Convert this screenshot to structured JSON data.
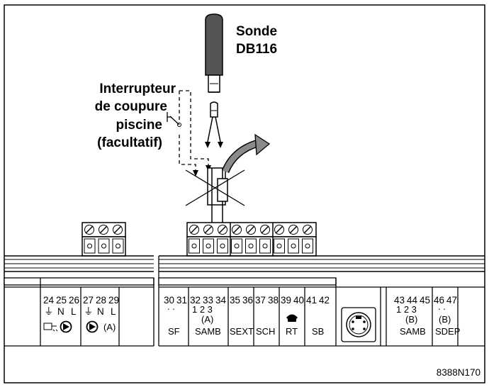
{
  "probe": {
    "line1": "Sonde",
    "line2": "DB116"
  },
  "switch_label": {
    "line1": "Interrupteur",
    "line2": "de coupure",
    "line3": "piscine",
    "line4": "(facultatif)"
  },
  "code": "8388N170",
  "terminal_groups_left": [
    {
      "id": "g1",
      "nums": [
        "24",
        "25",
        "26"
      ],
      "sub": [
        "⏚",
        "N",
        "L"
      ]
    },
    {
      "id": "g2",
      "nums": [
        "27",
        "28",
        "29"
      ],
      "sub": [
        "⏚",
        "N",
        "L"
      ],
      "label": "(A)"
    }
  ],
  "terminal_groups": [
    {
      "id": "sf",
      "nums": [
        "30",
        "31"
      ],
      "dots": ".   .",
      "label": "SF"
    },
    {
      "id": "samb-a",
      "nums": [
        "32",
        "33",
        "34"
      ],
      "sub": "1   2   3",
      "paren": "(A)",
      "label": "SAMB"
    },
    {
      "id": "sext",
      "nums": [
        "35",
        "36"
      ],
      "label": "SEXT"
    },
    {
      "id": "sch",
      "nums": [
        "37",
        "38"
      ],
      "label": "SCH"
    },
    {
      "id": "rt",
      "nums": [
        "39",
        "40"
      ],
      "label": "RT"
    },
    {
      "id": "sb",
      "nums": [
        "41",
        "42"
      ],
      "label": "SB"
    },
    {
      "id": "samb-b",
      "nums": [
        "43",
        "44",
        "45"
      ],
      "sub": "1   2   3",
      "paren": "(B)",
      "label": "SAMB"
    },
    {
      "id": "sdep",
      "nums": [
        "46",
        "47"
      ],
      "paren": "(B)",
      "label": "SDEP"
    }
  ]
}
